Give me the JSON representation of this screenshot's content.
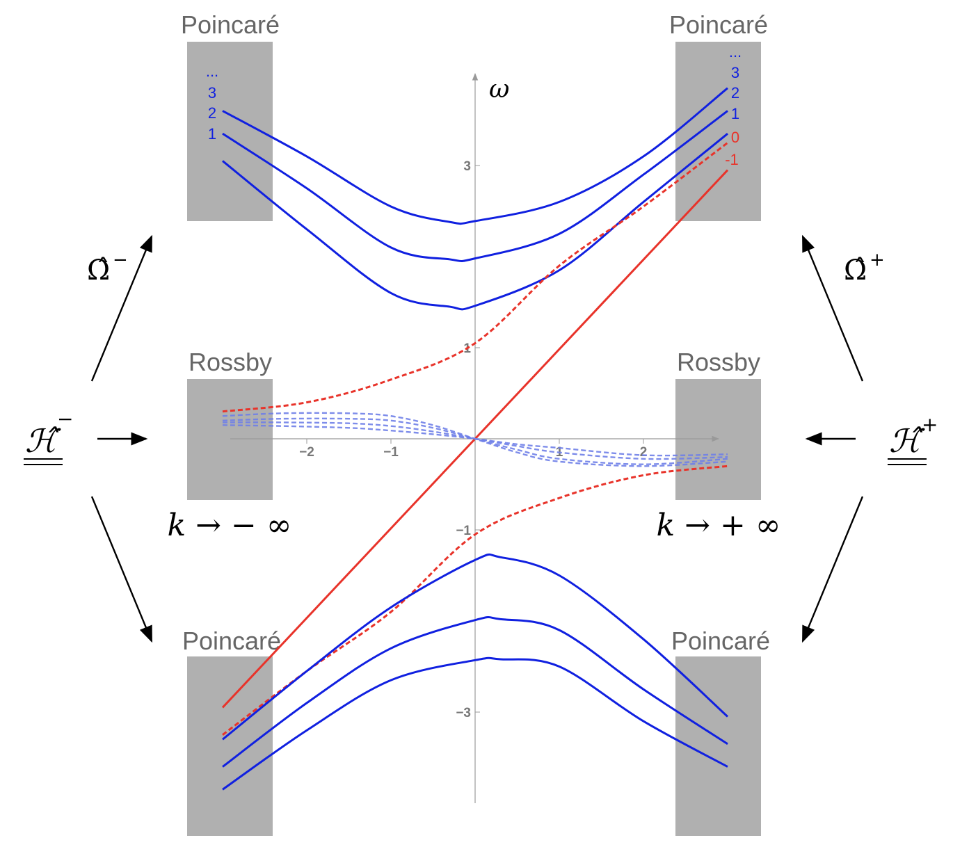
{
  "regions": {
    "poincare_top_left": "Poincaré",
    "poincare_top_right": "Poincaré",
    "rossby_left": "Rossby",
    "rossby_right": "Rossby",
    "poincare_bottom_left": "Poincaré",
    "poincare_bottom_right": "Poincaré"
  },
  "limits": {
    "left": "k → − ∞",
    "right": "k → + ∞"
  },
  "operators": {
    "omega_minus": "Ω̂",
    "omega_minus_sup": "−",
    "omega_plus": "Ω̂",
    "omega_plus_sup": "+",
    "h_minus": "ℋ̂",
    "h_minus_sup": "−",
    "h_plus": "ℋ̂",
    "h_plus_sup": "+"
  },
  "mode_labels": {
    "left": [
      "...",
      "3",
      "2",
      "1"
    ],
    "right_blue": [
      "...",
      "3",
      "2",
      "1"
    ],
    "right_red": [
      "0",
      "-1"
    ]
  },
  "colors": {
    "poincare_mode": "#1020e0",
    "kelvin_mode": "#e8332a",
    "rossby_mode": "#6f7fe8",
    "region_box": "#b0b0b0",
    "axis": "#999999"
  },
  "chart_data": {
    "type": "line",
    "xlabel": "",
    "ylabel": "ω",
    "xlim": [
      -3,
      3
    ],
    "ylim": [
      -4,
      4.2
    ],
    "x_ticks": [
      "−2",
      "−1",
      "1",
      "2"
    ],
    "y_ticks": [
      "3",
      "1",
      "−1",
      "−3"
    ],
    "series": [
      {
        "kind": "solid-blue",
        "x": [
          -3,
          -2,
          -1,
          -0.3,
          0,
          1,
          2,
          3
        ],
        "y": [
          3.6,
          3.1,
          2.55,
          2.38,
          2.39,
          2.6,
          3.1,
          3.85
        ]
      },
      {
        "kind": "solid-blue",
        "x": [
          -3,
          -2,
          -1,
          -0.3,
          0,
          1,
          2,
          3
        ],
        "y": [
          3.35,
          2.75,
          2.1,
          1.97,
          1.98,
          2.25,
          2.9,
          3.6
        ]
      },
      {
        "kind": "solid-blue",
        "x": [
          -3,
          -2,
          -1,
          -0.3,
          0,
          1,
          2,
          3
        ],
        "y": [
          3.05,
          2.3,
          1.6,
          1.45,
          1.46,
          1.85,
          2.6,
          3.35
        ]
      },
      {
        "kind": "solid-red",
        "x": [
          -3,
          3
        ],
        "y": [
          -2.95,
          2.95
        ]
      },
      {
        "kind": "dashed-red",
        "x": [
          -3,
          -2,
          -1,
          0,
          1,
          2,
          3
        ],
        "y": [
          0.3,
          0.4,
          0.65,
          1.05,
          1.9,
          2.55,
          3.25
        ]
      },
      {
        "kind": "dashed-red",
        "x": [
          -3,
          -2,
          -1,
          0,
          1,
          2,
          3
        ],
        "y": [
          -3.25,
          -2.55,
          -1.9,
          -1.05,
          -0.65,
          -0.4,
          -0.3
        ]
      },
      {
        "kind": "dashed-blue",
        "x": [
          -3,
          -2.3,
          -1.5,
          -1,
          -0.5,
          0,
          0.5,
          1,
          2,
          3
        ],
        "y": [
          0.25,
          0.28,
          0.28,
          0.25,
          0.15,
          0,
          -0.15,
          -0.25,
          -0.3,
          -0.25
        ]
      },
      {
        "kind": "dashed-blue",
        "x": [
          -3,
          -2.3,
          -1.5,
          -1,
          -0.5,
          0,
          0.5,
          1,
          2,
          3
        ],
        "y": [
          0.2,
          0.22,
          0.22,
          0.2,
          0.12,
          0,
          -0.12,
          -0.22,
          -0.28,
          -0.22
        ]
      },
      {
        "kind": "dashed-blue",
        "x": [
          -3,
          -2.3,
          -1.5,
          -1,
          -0.5,
          0,
          0.5,
          1,
          2,
          3
        ],
        "y": [
          0.18,
          0.18,
          0.17,
          0.14,
          0.08,
          0,
          -0.08,
          -0.15,
          -0.22,
          -0.2
        ]
      },
      {
        "kind": "dashed-blue",
        "x": [
          -3,
          -2.3,
          -1.5,
          -1,
          -0.5,
          0,
          0.5,
          1,
          2,
          3
        ],
        "y": [
          0.15,
          0.14,
          0.12,
          0.09,
          0.05,
          0,
          -0.06,
          -0.1,
          -0.18,
          -0.17
        ]
      },
      {
        "kind": "solid-blue",
        "x": [
          -3,
          -2,
          -1,
          0,
          0.3,
          1,
          2,
          3
        ],
        "y": [
          -3.3,
          -2.55,
          -1.85,
          -1.33,
          -1.3,
          -1.5,
          -2.2,
          -3.05
        ]
      },
      {
        "kind": "solid-blue",
        "x": [
          -3,
          -2,
          -1,
          0,
          0.3,
          1,
          2,
          3
        ],
        "y": [
          -3.6,
          -2.9,
          -2.3,
          -1.99,
          -1.98,
          -2.1,
          -2.75,
          -3.35
        ]
      },
      {
        "kind": "solid-blue",
        "x": [
          -3,
          -2,
          -1,
          0,
          0.3,
          1,
          2,
          3
        ],
        "y": [
          -3.85,
          -3.2,
          -2.65,
          -2.43,
          -2.42,
          -2.5,
          -3.1,
          -3.6
        ]
      }
    ]
  }
}
